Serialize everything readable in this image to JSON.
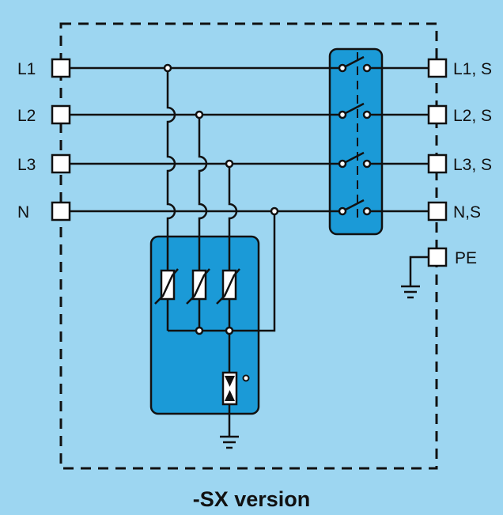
{
  "diagram": {
    "caption": "-SX version",
    "inputs": {
      "l1": "L1",
      "l2": "L2",
      "l3": "L3",
      "n": "N"
    },
    "outputs": {
      "l1s": "L1, S",
      "l2s": "L2, S",
      "l3s": "L3, S",
      "ns": "N,S",
      "pe": "PE"
    }
  },
  "colors": {
    "background": "#9dd6f1",
    "module_fill": "#1b9ad7",
    "line": "#111111",
    "terminal_fill": "#ffffff"
  }
}
